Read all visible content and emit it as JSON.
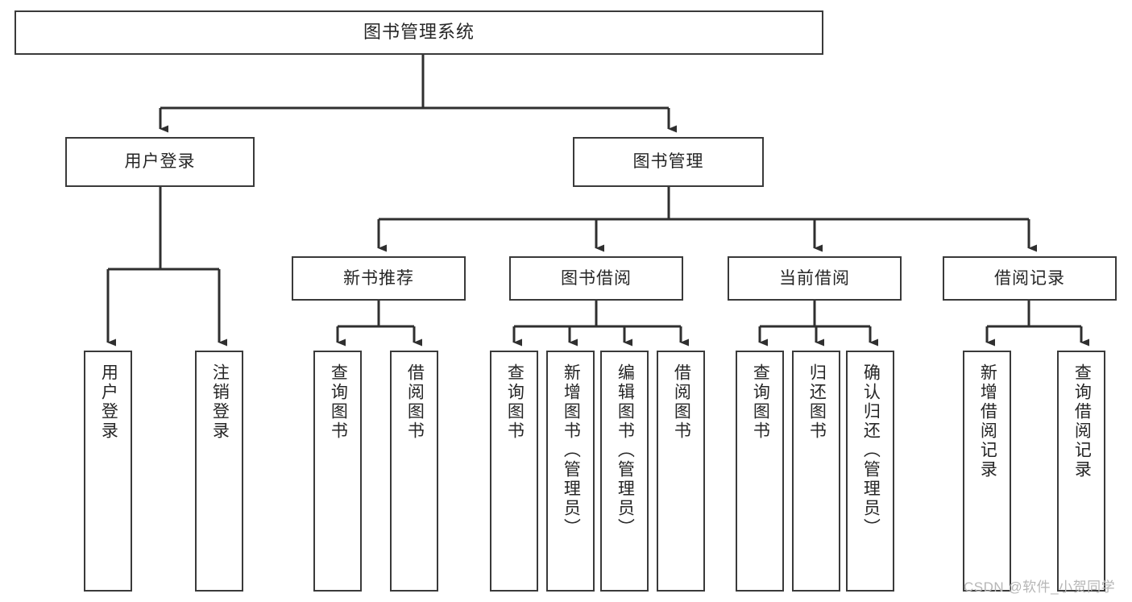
{
  "diagram": {
    "title": "图书管理系统",
    "type": "hierarchy-tree",
    "colors": {
      "box_stroke": "#3a3a3a",
      "box_fill": "#ffffff",
      "connector": "#2f2f2f",
      "text": "#262626",
      "watermark": "#b6b6b6",
      "background": "#ffffff"
    },
    "levels": [
      {
        "level": 1,
        "nodes": [
          {
            "id": "root",
            "label": "图书管理系统",
            "orientation": "horizontal"
          }
        ]
      },
      {
        "level": 2,
        "nodes": [
          {
            "id": "user-login",
            "label": "用户登录",
            "orientation": "horizontal"
          },
          {
            "id": "book-manage",
            "label": "图书管理",
            "orientation": "horizontal"
          }
        ]
      },
      {
        "level": 3,
        "nodes": [
          {
            "id": "new-book-rec",
            "label": "新书推荐",
            "orientation": "horizontal"
          },
          {
            "id": "book-borrow",
            "label": "图书借阅",
            "orientation": "horizontal"
          },
          {
            "id": "current-borrow",
            "label": "当前借阅",
            "orientation": "horizontal"
          },
          {
            "id": "borrow-record",
            "label": "借阅记录",
            "orientation": "horizontal"
          }
        ]
      },
      {
        "level": 4,
        "nodes": [
          {
            "id": "leaf-user-login",
            "label": "用户登录",
            "parent": "user-login",
            "orientation": "vertical"
          },
          {
            "id": "leaf-logout-login",
            "label": "注销登录",
            "parent": "user-login",
            "orientation": "vertical"
          },
          {
            "id": "leaf-query-book-1",
            "label": "查询图书",
            "parent": "new-book-rec",
            "orientation": "vertical"
          },
          {
            "id": "leaf-borrow-book-1",
            "label": "借阅图书",
            "parent": "new-book-rec",
            "orientation": "vertical"
          },
          {
            "id": "leaf-query-book-2",
            "label": "查询图书",
            "parent": "book-borrow",
            "orientation": "vertical"
          },
          {
            "id": "leaf-add-book",
            "label": "新增图书（管理员）",
            "parent": "book-borrow",
            "orientation": "vertical"
          },
          {
            "id": "leaf-edit-book",
            "label": "编辑图书（管理员）",
            "parent": "book-borrow",
            "orientation": "vertical"
          },
          {
            "id": "leaf-borrow-book-2",
            "label": "借阅图书",
            "parent": "book-borrow",
            "orientation": "vertical"
          },
          {
            "id": "leaf-query-book-3",
            "label": "查询图书",
            "parent": "current-borrow",
            "orientation": "vertical"
          },
          {
            "id": "leaf-return-book",
            "label": "归还图书",
            "parent": "current-borrow",
            "orientation": "vertical"
          },
          {
            "id": "leaf-confirm-return",
            "label": "确认归还（管理员）",
            "parent": "current-borrow",
            "orientation": "vertical"
          },
          {
            "id": "leaf-add-record",
            "label": "新增借阅记录",
            "parent": "borrow-record",
            "orientation": "vertical"
          },
          {
            "id": "leaf-query-record",
            "label": "查询借阅记录",
            "parent": "borrow-record",
            "orientation": "vertical"
          }
        ]
      }
    ],
    "watermark": "CSDN @软件_小贺同学"
  }
}
